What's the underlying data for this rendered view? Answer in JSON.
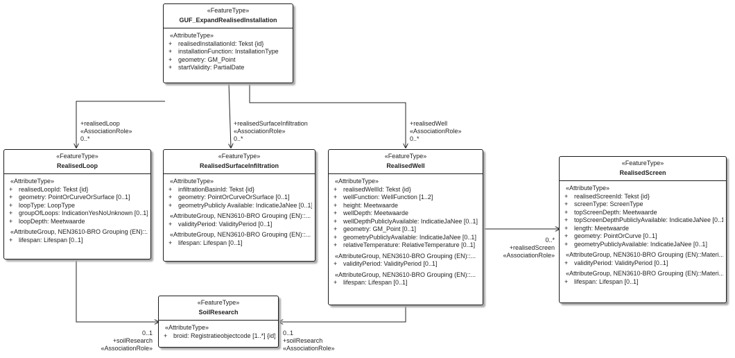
{
  "classes": {
    "guf": {
      "stereotype": "«FeatureType»",
      "name": "GUF_ExpandRealisedInstallation",
      "sections": [
        {
          "title": "«AttributeType»",
          "attrs": [
            "realisedInstallationId: Tekst {id}",
            "installationFunction: InstallationType",
            "geometry: GM_Point",
            "startValidity: PartialDate"
          ]
        }
      ]
    },
    "loop": {
      "stereotype": "«FeatureType»",
      "name": "RealisedLoop",
      "sections": [
        {
          "title": "«AttributeType»",
          "attrs": [
            "realisedLoopId: Tekst {id}",
            "geometry: PointOrCurveOrSurface [0..1]",
            "loopType: LoopType",
            "groupOfLoops: IndicationYesNoUnknown [0..1]",
            "loopDepth: Meetwaarde"
          ]
        },
        {
          "title": "«AttributeGroup, NEN3610-BRO Grouping (EN)::...",
          "attrs": [
            "lifespan: Lifespan [0..1]"
          ]
        }
      ]
    },
    "surf": {
      "stereotype": "«FeatureType»",
      "name": "RealisedSurfaceInfiltration",
      "sections": [
        {
          "title": "«AttributeType»",
          "attrs": [
            "infiltrationBasinId: Tekst {id}",
            "geometry: PointOrCurveOrSurface [0..1]",
            "geometryPublicly Available: IndicatieJaNee [0..1]"
          ]
        },
        {
          "title": "«AttributeGroup, NEN3610-BRO Grouping (EN)::...",
          "attrs": [
            "validityPeriod: ValidityPeriod [0..1]"
          ]
        },
        {
          "title": "«AttributeGroup, NEN3610-BRO Grouping (EN)::...",
          "attrs": [
            "lifespan: Lifespan [0..1]"
          ]
        }
      ]
    },
    "well": {
      "stereotype": "«FeatureType»",
      "name": "RealisedWell",
      "sections": [
        {
          "title": "«AttributeType»",
          "attrs": [
            "realisedWellId: Tekst {id}",
            "wellFunction: WellFunction [1..2]",
            "height: Meetwaarde",
            "wellDepth: Meetwaarde",
            "wellDepthPubliclyAvailable: IndicatieJaNee [0..1]",
            "geometry: GM_Point [0..1]",
            "geometryPubliclyAvailable: IndicatieJaNee [0..1]",
            "relativeTemperature: RelativeTemperature [0..1]"
          ]
        },
        {
          "title": "«AttributeGroup, NEN3610-BRO Grouping (EN)::...",
          "attrs": [
            "validityPeriod: ValidityPeriod [0..1]"
          ]
        },
        {
          "title": "«AttributeGroup, NEN3610-BRO Grouping (EN)::...",
          "attrs": [
            "lifespan: Lifespan [0..1]"
          ]
        }
      ]
    },
    "screen": {
      "stereotype": "«FeatureType»",
      "name": "RealisedScreen",
      "sections": [
        {
          "title": "«AttributeType»",
          "attrs": [
            "realisedScreenId: Tekst {id}",
            "screenType: ScreenType",
            "topScreenDepth: Meetwaarde",
            "topScreenDepthPubliclyAvailable: IndicatieJaNee [0..1]",
            "length: Meetwaarde",
            "geometry: PointOrCurve [0..1]",
            "geometryPubliclyAvailable: IndicatieJaNee [0..1]"
          ]
        },
        {
          "title": "«AttributeGroup, NEN3610-BRO Grouping (EN)::Materi...",
          "attrs": [
            "validityPeriod: ValidityPeriod [0..1]"
          ]
        },
        {
          "title": "«AttributeGroup, NEN3610-BRO Grouping (EN)::Materi...",
          "attrs": [
            "lifespan: Lifespan [0..1]"
          ]
        }
      ]
    },
    "soil": {
      "stereotype": "«FeatureType»",
      "name": "SoilResearch",
      "sections": [
        {
          "title": "«AttributeType»",
          "attrs": [
            "broid: Registratieobjectcode [1..*] {id}"
          ]
        }
      ]
    }
  },
  "attr_prefix": "+",
  "associations": {
    "realisedLoop": {
      "role": "+realisedLoop",
      "stereotype": "«AssociationRole»",
      "multiplicity": "0..*"
    },
    "realisedSurfaceInfiltration": {
      "role": "+realisedSurfaceInfiltration",
      "stereotype": "«AssociationRole»",
      "multiplicity": "0..*"
    },
    "realisedWell": {
      "role": "+realisedWell",
      "stereotype": "«AssociationRole»",
      "multiplicity": "0..*"
    },
    "realisedScreen": {
      "role": "+realisedScreen",
      "stereotype": "«AssociationRole»",
      "multiplicity": "0..*"
    },
    "soilResearchLoop": {
      "role": "+soilResearch",
      "stereotype": "«AssociationRole»",
      "multiplicity": "0..1"
    },
    "soilResearchWell": {
      "role": "+soilResearch",
      "stereotype": "«AssociationRole»",
      "multiplicity": "0..1"
    }
  }
}
